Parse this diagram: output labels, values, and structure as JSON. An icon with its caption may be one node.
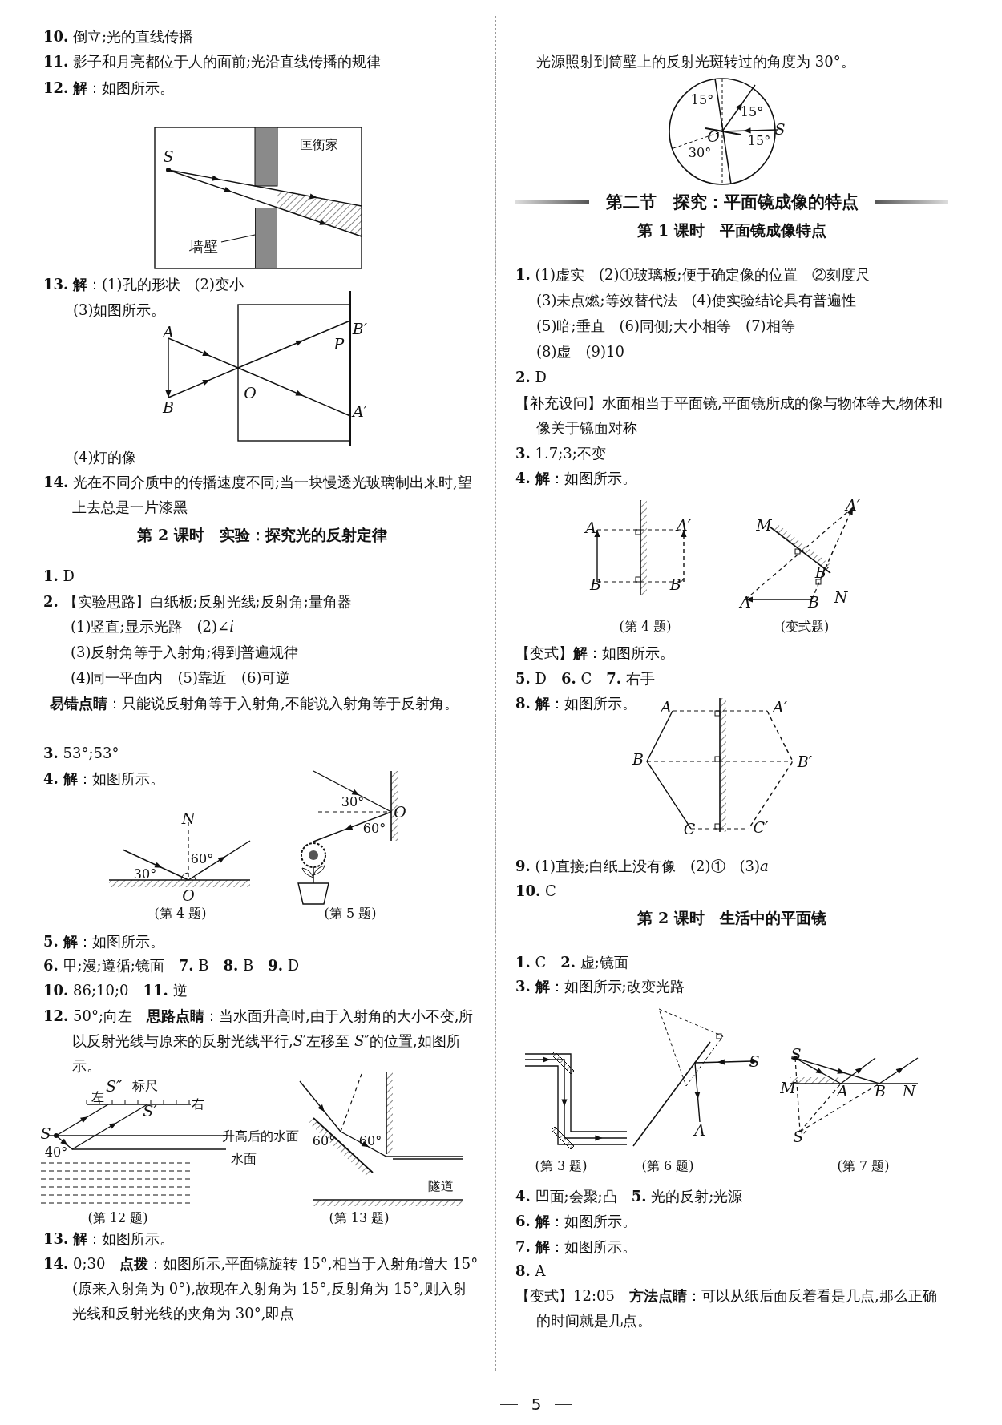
{
  "diagram": {
    "nodes": [
      {
        "text": [
          "墙壁"
        ]
      },
      {
        "text": [],
        "shape": "bar"
      }
    ],
    "edges": [
      {
        "from": 0,
        "to": 1,
        "arrow": "none"
      }
    ],
    "labels": [
      "**10.** 倒立;光的直线传播",
      "**11.** 影子和月亮都位于人的面前;光沿直线传播的规律",
      "**12.** **解**：如图所示。",
      "S",
      "匡衡家",
      "**13.** **解**：(1)孔的形状　(2)变小",
      "(3)如图所示。",
      "A",
      "B",
      "O",
      "P",
      "B′",
      "A′",
      "(4)灯的像",
      "**14.** 光在不同介质中的传播速度不同;当一块慢透光玻璃制出来时,望上去总是一片漆黑",
      "第 2 课时　实验：探究光的反射定律",
      "**1.** D",
      "**2.** 【实验思路】白纸板;反射光线;反射角;量角器",
      "(1)竖直;显示光路　(2)∠*i*",
      "(3)反射角等于入射角;得到普遍规律",
      "(4)同一平面内　(5)靠近　(6)可逆",
      "**易错点睛**：只能说反射角等于入射角,不能说入射角等于反射角。",
      "**3.** 53°;53°",
      "**4.** **解**：如图所示。",
      "N",
      "60°",
      "30°",
      "O",
      "(第 4 题)",
      "30°",
      "O",
      "60°",
      "(第 5 题)",
      "**5.** **解**：如图所示。",
      "**6.** 甲;漫;遵循;镜面　**7.** B　**8.** B　**9.** D",
      "**10.** 86;10;0　**11.** 逆",
      "**12.** 50°;向左　**思路点睛**：当水面升高时,由于入射角的大小不变,所以反射光线与原来的反射光线平行,*S*′左移至 *S*″的位置,如图所示。",
      "S″",
      "标尺",
      "左",
      "右",
      "S′",
      "S",
      "升高后的水面",
      "40°",
      "水面",
      "(第 12 题)",
      "60°",
      "60°",
      "隧道",
      "(第 13 题)",
      "**13.** **解**：如图所示。",
      "**14.** 0;30　**点拨**：如图所示,平面镜旋转 15°,相当于入射角增大 15°(原来入射角为 0°),故现在入射角为 15°,反射角为 15°,则入射光线和反射光线的夹角为 30°,即点",
      "光源照射到筒壁上的反射光斑转过的角度为 30°。",
      "15°",
      "15°",
      "S",
      "O",
      "15°",
      "30°",
      "第二节　探究：平面镜成像的特点",
      "第 1 课时　平面镜成像特点",
      "**1.** (1)虚实　(2)①玻璃板;便于确定像的位置　②刻度尺",
      "(3)未点燃;等效替代法　(4)使实验结论具有普遍性",
      "(5)暗;垂直　(6)同侧;大小相等　(7)相等",
      "(8)虚　(9)10",
      "**2.** D",
      "【补充设问】水面相当于平面镜,平面镜所成的像与物体等大,物体和像关于镜面对称",
      "**3.** 1.7;3;不变",
      "**4.** **解**：如图所示。",
      "A",
      "A′",
      "B",
      "B′",
      "(第 4 题)",
      "M",
      "A′",
      "B′",
      "A",
      "B",
      "N",
      "(变式题)",
      "【变式】**解**：如图所示。",
      "**5.** D　**6.** C　**7.** 右手",
      "**8.** **解**：如图所示。",
      "A",
      "A′",
      "B",
      "B′",
      "C",
      "C′",
      "**9.** (1)直接;白纸上没有像　(2)①　(3)*a*",
      "**10.** C",
      "第 2 课时　生活中的平面镜",
      "**1.** C　**2.** 虚;镜面",
      "**3.** **解**：如图所示;改变光路",
      "(第 3 题)",
      "S",
      "A",
      "(第 6 题)",
      "S",
      "M",
      "A",
      "B",
      "N",
      "S′",
      "(第 7 题)",
      "**4.** 凹面;会聚;凸　**5.** 光的反射;光源",
      "**6.** **解**：如图所示。",
      "**7.** **解**：如图所示。",
      "**8.** A",
      "【变式】12:05　**方法点睛**：可以从纸后面反着看是几点,那么正确的时间就是几点。",
      "5"
    ]
  }
}
